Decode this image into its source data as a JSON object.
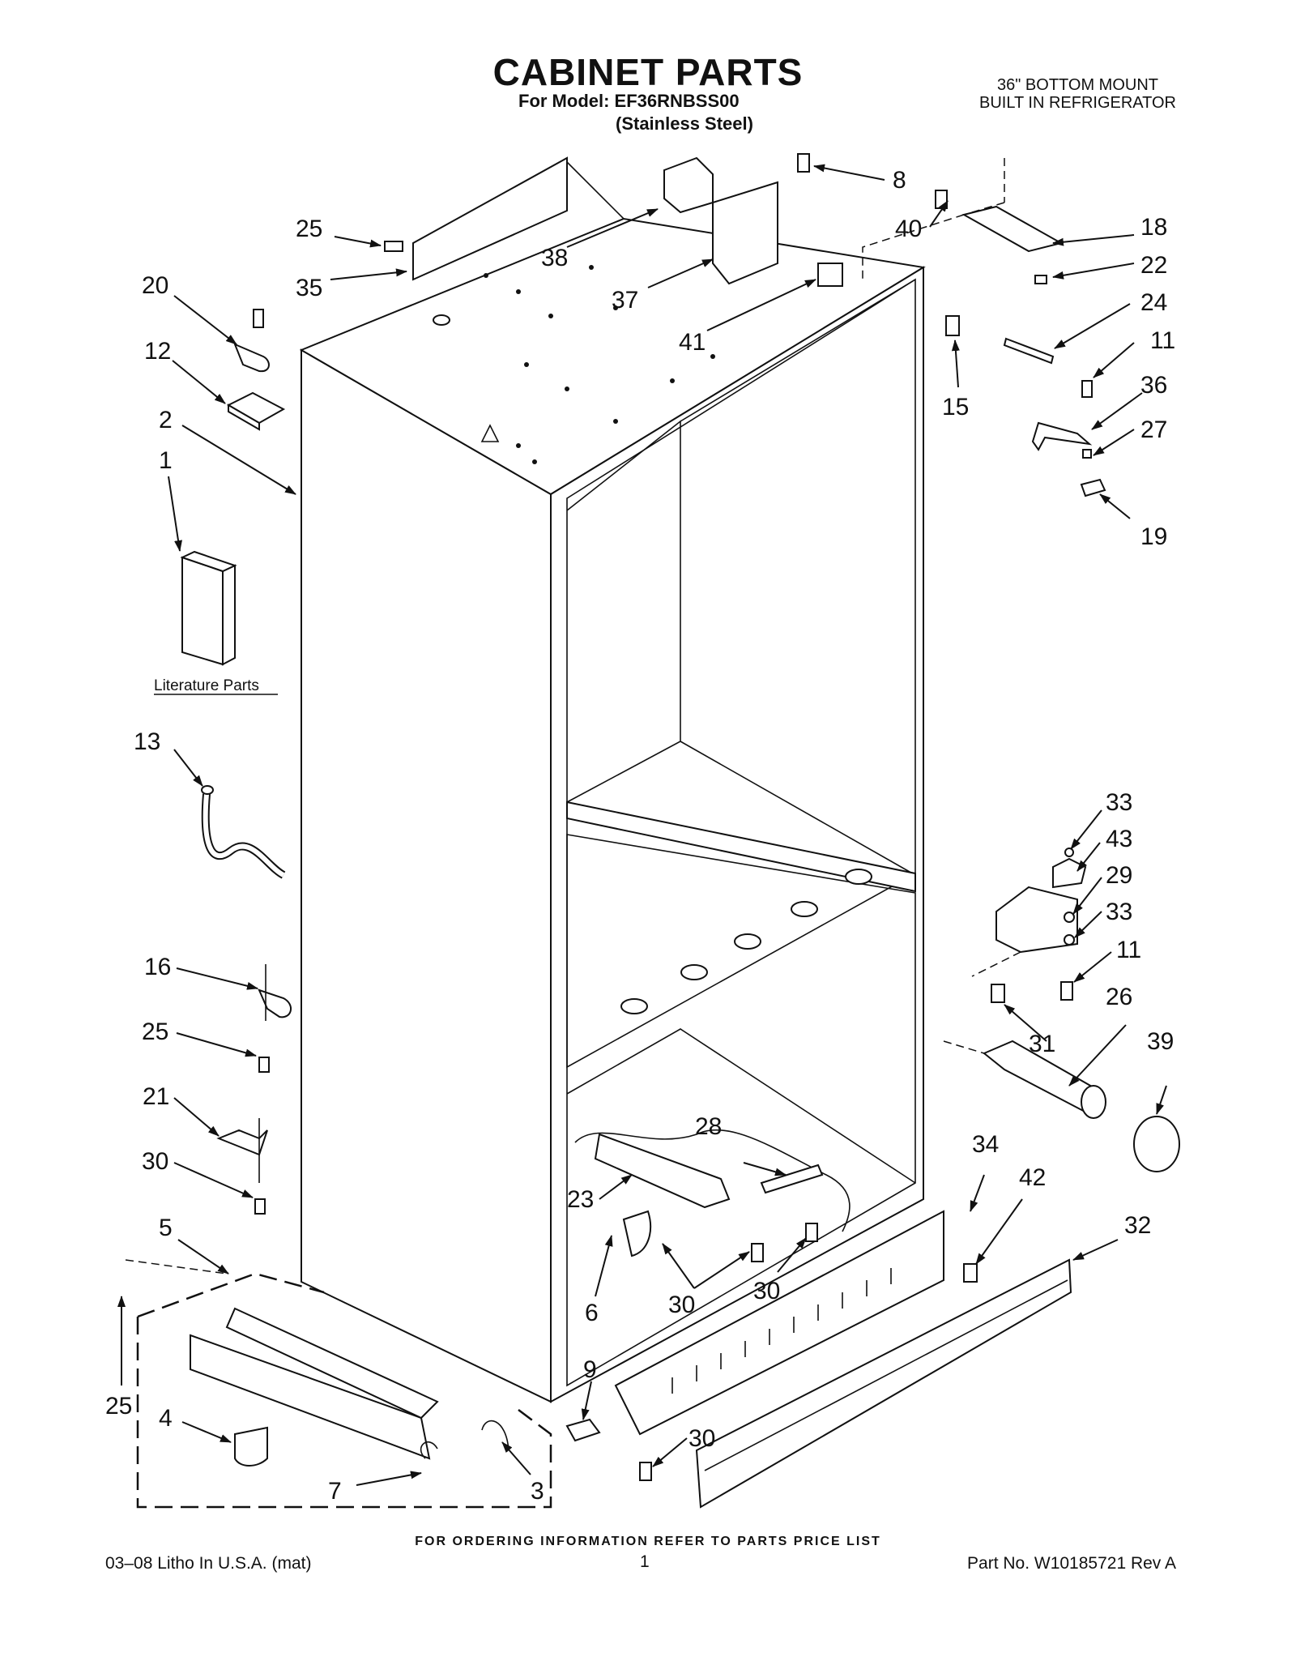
{
  "header": {
    "title": "CABINET PARTS",
    "model_line": "For Model: EF36RNBSS00",
    "finish": "(Stainless Steel)",
    "product_line1": "36\" BOTTOM MOUNT",
    "product_line2": "BUILT IN REFRIGERATOR"
  },
  "diagram": {
    "literature_label": "Literature Parts",
    "callouts": {
      "c8": "8",
      "c40": "40",
      "c18": "18",
      "c22": "22",
      "c24": "24",
      "c11a": "11",
      "c36": "36",
      "c27": "27",
      "c19": "19",
      "c15": "15",
      "c41": "41",
      "c37": "37",
      "c38": "38",
      "c25a": "25",
      "c35": "35",
      "c20": "20",
      "c12": "12",
      "c2": "2",
      "c1": "1",
      "c13": "13",
      "c16": "16",
      "c25b": "25",
      "c21": "21",
      "c30a": "30",
      "c5": "5",
      "c25c": "25",
      "c4": "4",
      "c7": "7",
      "c3": "3",
      "c9": "9",
      "c30b": "30",
      "c6": "6",
      "c30c": "30",
      "c30d": "30",
      "c23": "23",
      "c28": "28",
      "c33a": "33",
      "c43": "43",
      "c29": "29",
      "c33b": "33",
      "c11b": "11",
      "c26": "26",
      "c31": "31",
      "c39": "39",
      "c34": "34",
      "c42": "42",
      "c32": "32"
    }
  },
  "footer": {
    "ordering_note": "FOR ORDERING INFORMATION REFER TO PARTS PRICE LIST",
    "litho": "03–08 Litho In U.S.A. (mat)",
    "page": "1",
    "part_no": "Part No. W10185721 Rev A"
  }
}
